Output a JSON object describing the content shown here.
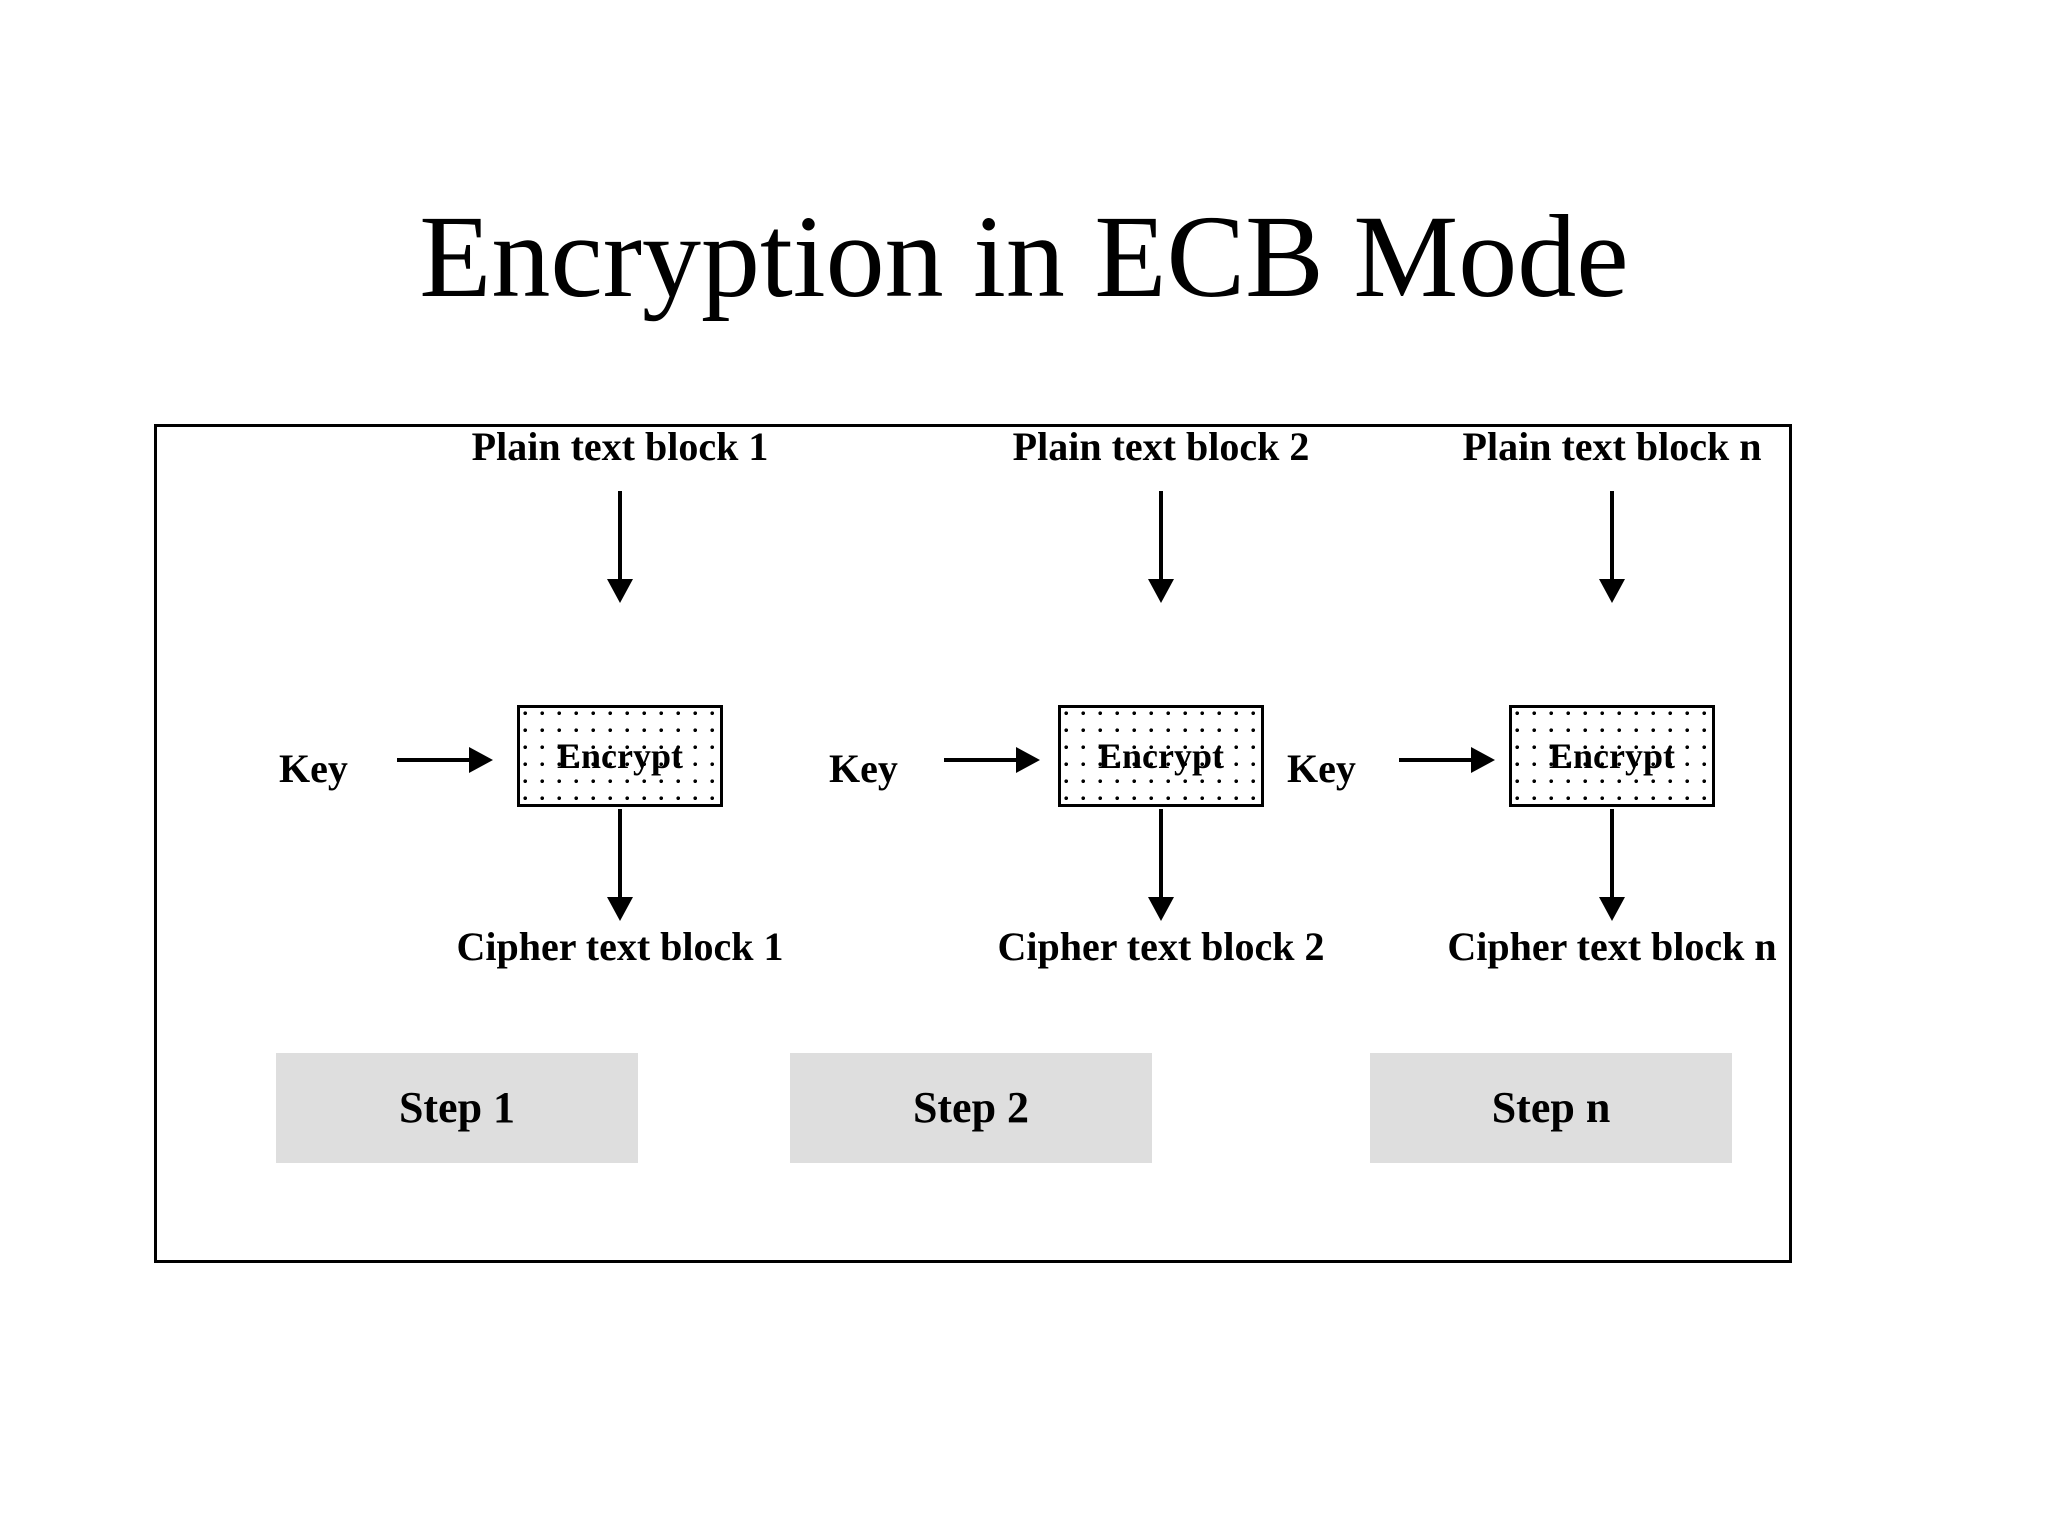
{
  "slide": {
    "title": "Encryption in ECB Mode",
    "background_color": "#ffffff",
    "frame_border_color": "#000000",
    "step_box_fill": "#dedede",
    "text_color": "#000000"
  },
  "columns": [
    {
      "plain_text_label": "Plain text block 1",
      "key_label": "Key",
      "encrypt_label": "Encrypt",
      "cipher_text_label": "Cipher text block 1",
      "step_label": "Step 1"
    },
    {
      "plain_text_label": "Plain text block 2",
      "key_label": "Key",
      "encrypt_label": "Encrypt",
      "cipher_text_label": "Cipher text block 2",
      "step_label": "Step 2"
    },
    {
      "plain_text_label": "Plain text block n",
      "key_label": "Key",
      "encrypt_label": "Encrypt",
      "cipher_text_label": "Cipher text block n",
      "step_label": "Step n"
    }
  ],
  "icons": {
    "arrow_down": "arrow-down-icon",
    "arrow_right": "arrow-right-icon"
  }
}
